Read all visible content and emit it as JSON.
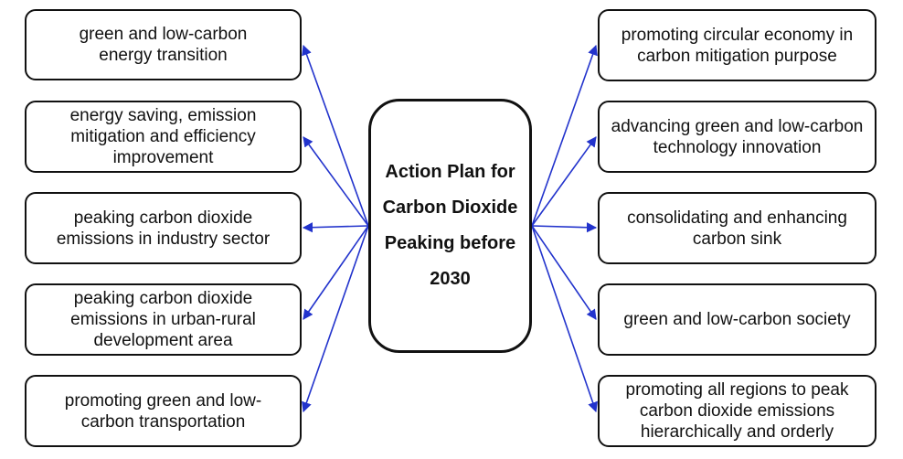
{
  "center": {
    "label": "Action Plan for Carbon Dioxide Peaking before 2030"
  },
  "left_items": [
    {
      "label": "green and low-carbon energy transition"
    },
    {
      "label": "energy saving, emission mitigation and efficiency improvement"
    },
    {
      "label": "peaking carbon dioxide emissions in industry sector"
    },
    {
      "label": "peaking carbon dioxide emissions in urban-rural development area"
    },
    {
      "label": "promoting green and low-carbon transportation"
    }
  ],
  "right_items": [
    {
      "label": "promoting circular economy in carbon mitigation purpose"
    },
    {
      "label": "advancing green and low-carbon technology innovation"
    },
    {
      "label": "consolidating and enhancing carbon sink"
    },
    {
      "label": "green and low-carbon society"
    },
    {
      "label": "promoting all regions to peak carbon dioxide emissions hierarchically and orderly"
    }
  ],
  "colors": {
    "arrow": "#2233cc",
    "border": "#111111"
  }
}
